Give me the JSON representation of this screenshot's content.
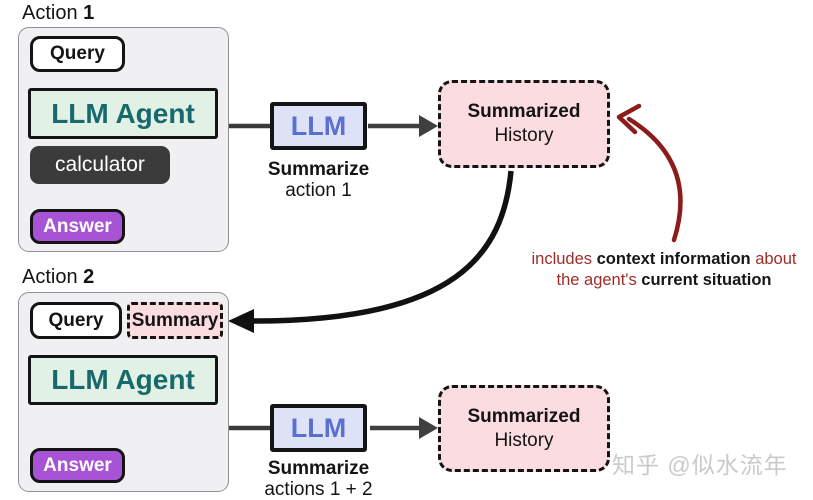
{
  "colors": {
    "agent_mint_bg": "#e2f1e5",
    "agent_teal_text": "#17696c",
    "llm_lavender_bg": "#dee2f6",
    "llm_blue_text": "#5b6fd3",
    "history_pink_bg": "#fbdce1",
    "answer_purple_bg": "#a853d6",
    "tool_dark_bg": "#3b3b3b",
    "panel_gray_bg": "#f0eff1",
    "arrow_dark": "#3f3f3f",
    "annotation_red": "#8c1c1c",
    "watermark_gray": "#cacaca"
  },
  "action1": {
    "title": "Action ",
    "title_bold": "1",
    "query_label": "Query",
    "agent_label": "LLM Agent",
    "tool_label": "calculator",
    "answer_label": "Answer"
  },
  "summarize1": {
    "llm_label": "LLM",
    "caption_bold": "Summarize",
    "caption_rest": "action 1"
  },
  "history1": {
    "line1": "Summarized",
    "line2": "History"
  },
  "annotation": {
    "seg1": "includes ",
    "seg2": "context information",
    "seg3": " about",
    "seg4": "the agent's ",
    "seg5": "current situation"
  },
  "action2": {
    "title": "Action ",
    "title_bold": "2",
    "query_label": "Query",
    "summary_label": "Summary",
    "agent_label": "LLM Agent",
    "answer_label": "Answer"
  },
  "summarize2": {
    "llm_label": "LLM",
    "caption_bold": "Summarize",
    "caption_rest": "actions 1 + 2"
  },
  "history2": {
    "line1": "Summarized",
    "line2": "History"
  },
  "watermark": "知乎 @似水流年"
}
